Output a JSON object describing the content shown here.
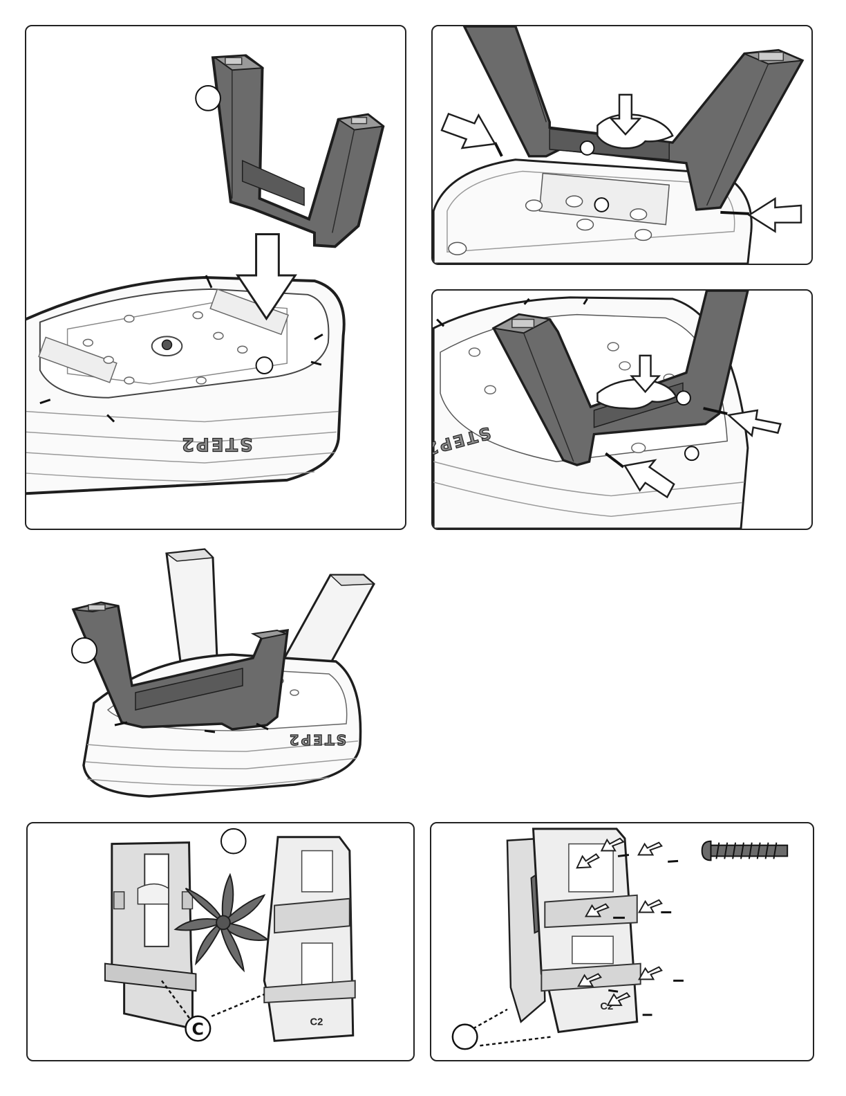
{
  "document": {
    "brand_emboss": "STEP2",
    "fan_parts": {
      "callout_letter": "C",
      "housing_label": "C2"
    }
  },
  "colors": {
    "part_dark": "#6b6b6b",
    "part_light": "#f4f4f4",
    "outline": "#1e1e1e",
    "arrow_fill": "#ffffff"
  },
  "icons": [
    "down-arrow-icon",
    "push-arrow-icon",
    "hand-press-icon",
    "screw-icon",
    "callout-circle-icon"
  ]
}
